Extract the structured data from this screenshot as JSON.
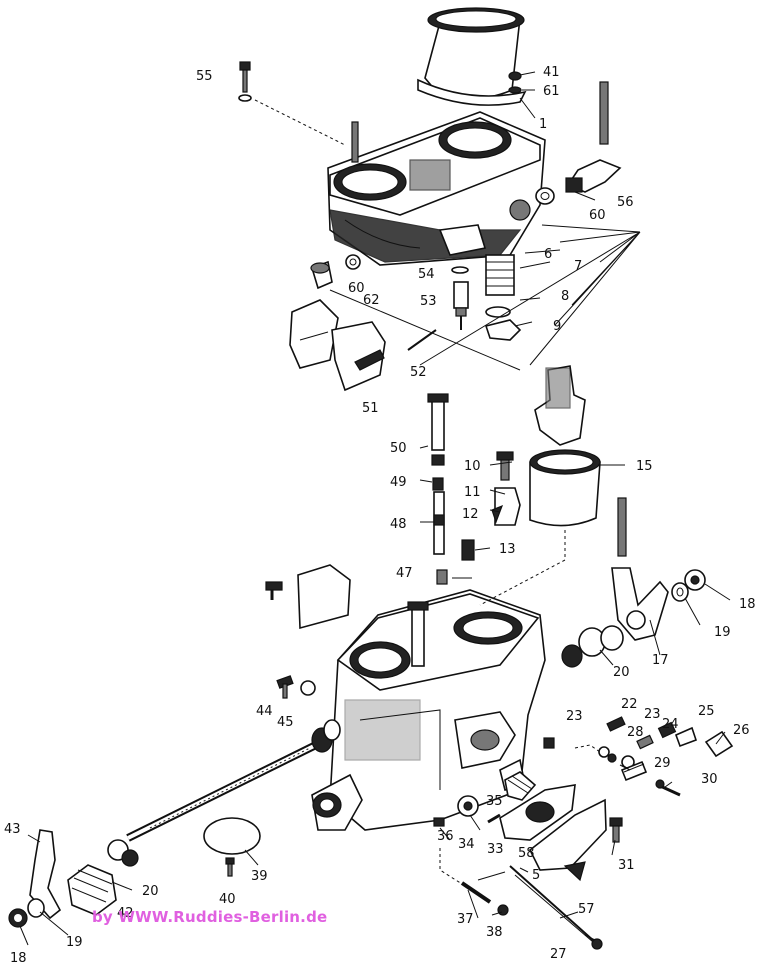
{
  "diagram": {
    "credit": "by  WWW.Ruddies-Berlin.de",
    "colors": {
      "line": "#111111",
      "credit": "#e060e0",
      "background": "#ffffff"
    },
    "labels": [
      {
        "id": "l41",
        "text": "41"
      },
      {
        "id": "l61",
        "text": "61"
      },
      {
        "id": "l1",
        "text": "1"
      },
      {
        "id": "l55",
        "text": "55"
      },
      {
        "id": "l56",
        "text": "56"
      },
      {
        "id": "l60a",
        "text": "60"
      },
      {
        "id": "l6",
        "text": "6"
      },
      {
        "id": "l7",
        "text": "7"
      },
      {
        "id": "l54",
        "text": "54"
      },
      {
        "id": "l60b",
        "text": "60"
      },
      {
        "id": "l8",
        "text": "8"
      },
      {
        "id": "l62",
        "text": "62"
      },
      {
        "id": "l53",
        "text": "53"
      },
      {
        "id": "l9",
        "text": "9"
      },
      {
        "id": "l52",
        "text": "52"
      },
      {
        "id": "l51",
        "text": "51"
      },
      {
        "id": "l50",
        "text": "50"
      },
      {
        "id": "l10",
        "text": "10"
      },
      {
        "id": "l15",
        "text": "15"
      },
      {
        "id": "l49",
        "text": "49"
      },
      {
        "id": "l11",
        "text": "11"
      },
      {
        "id": "l12",
        "text": "12"
      },
      {
        "id": "l48",
        "text": "48"
      },
      {
        "id": "l13",
        "text": "13"
      },
      {
        "id": "l47",
        "text": "47"
      },
      {
        "id": "l18a",
        "text": "18"
      },
      {
        "id": "l19a",
        "text": "19"
      },
      {
        "id": "l20a",
        "text": "20"
      },
      {
        "id": "l17",
        "text": "17"
      },
      {
        "id": "l44",
        "text": "44"
      },
      {
        "id": "l45",
        "text": "45"
      },
      {
        "id": "l22",
        "text": "22"
      },
      {
        "id": "l23a",
        "text": "23"
      },
      {
        "id": "l23b",
        "text": "23"
      },
      {
        "id": "l24",
        "text": "24"
      },
      {
        "id": "l25",
        "text": "25"
      },
      {
        "id": "l26",
        "text": "26"
      },
      {
        "id": "l28",
        "text": "28"
      },
      {
        "id": "l29",
        "text": "29"
      },
      {
        "id": "l30",
        "text": "30"
      },
      {
        "id": "l35",
        "text": "35"
      },
      {
        "id": "l43",
        "text": "43"
      },
      {
        "id": "l34",
        "text": "34"
      },
      {
        "id": "l36",
        "text": "36"
      },
      {
        "id": "l33",
        "text": "33"
      },
      {
        "id": "l58",
        "text": "58"
      },
      {
        "id": "l5",
        "text": "5"
      },
      {
        "id": "l31",
        "text": "31"
      },
      {
        "id": "l39",
        "text": "39"
      },
      {
        "id": "l20b",
        "text": "20"
      },
      {
        "id": "l40",
        "text": "40"
      },
      {
        "id": "l42",
        "text": "42"
      },
      {
        "id": "l57",
        "text": "57"
      },
      {
        "id": "l37",
        "text": "37"
      },
      {
        "id": "l38",
        "text": "38"
      },
      {
        "id": "l19b",
        "text": "19"
      },
      {
        "id": "l18b",
        "text": "18"
      },
      {
        "id": "l27",
        "text": "27"
      }
    ]
  }
}
